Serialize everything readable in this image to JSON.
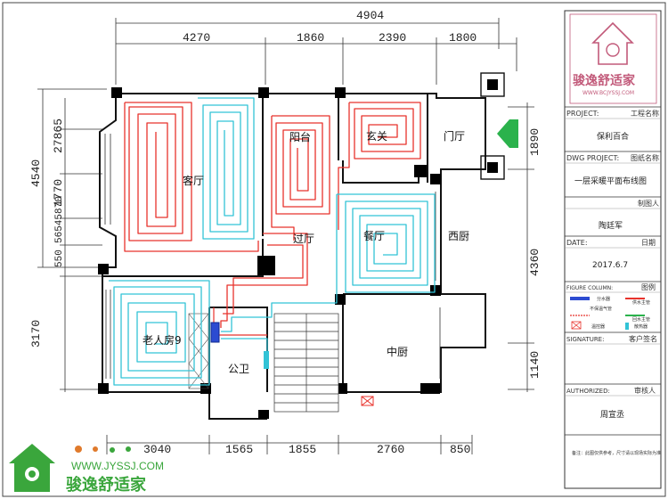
{
  "dims": {
    "top_total": "4904",
    "top_1": "4270",
    "top_2": "1860",
    "top_3": "2390",
    "top_4": "1800",
    "bottom_1": "3040",
    "bottom_2": "1565",
    "bottom_3": "1855",
    "bottom_4": "2760",
    "bottom_5": "850",
    "left_total": "4540",
    "left_1": "27865",
    "left_2": "1770",
    "left_3": "56545870",
    "left_4": "550",
    "left_5": "3170",
    "right_1": "1890",
    "right_2": "4360",
    "right_3": "1140"
  },
  "rooms": {
    "living": "客厅",
    "balcony": "阳台",
    "foyer": "玄关",
    "entry": "门厅",
    "hall": "过厅",
    "dining": "餐厅",
    "west_kitchen": "西厨",
    "bedroom": "老人房9",
    "bathroom": "公卫",
    "kitchen": "中厨"
  },
  "title_block": {
    "logo_text": "骏逸舒适家",
    "logo_url": "WWW.BCJYSSJ.COM",
    "project_label": "PROJECT:",
    "project_cn": "工程名称",
    "project_value": "保利百合",
    "dwg_label": "DWG PROJECT:",
    "dwg_cn": "图纸名称",
    "dwg_value": "一层采暖平面布线图",
    "drawer_cn": "制图人",
    "drawer_value": "陶廷军",
    "date_label": "DATE:",
    "date_cn": "日期",
    "date_value": "2017.6.7",
    "figure_label": "FIGURE COLUMN:",
    "figure_cn": "图例",
    "legend": [
      "分水器",
      "供水主管",
      "不保温气管",
      "回水主管",
      "温控器",
      "散热器"
    ],
    "signature_label": "SIGNATURE:",
    "signature_cn": "客户签名",
    "authorized_label": "AUTHORIZED:",
    "authorized_cn": "审核人",
    "authorized_value": "周宣丞",
    "note": "备注：此图仅供参考，尺寸请以现场实际为准"
  },
  "brand": {
    "url": "WWW.JYSSJ.COM",
    "name": "骏逸舒适家"
  },
  "colors": {
    "supply": "#e8332c",
    "return": "#32c3d6",
    "wall": "#000000",
    "accent": "#2bb24c",
    "logo": "#c25a7a",
    "brand_green": "#3aa63c"
  }
}
